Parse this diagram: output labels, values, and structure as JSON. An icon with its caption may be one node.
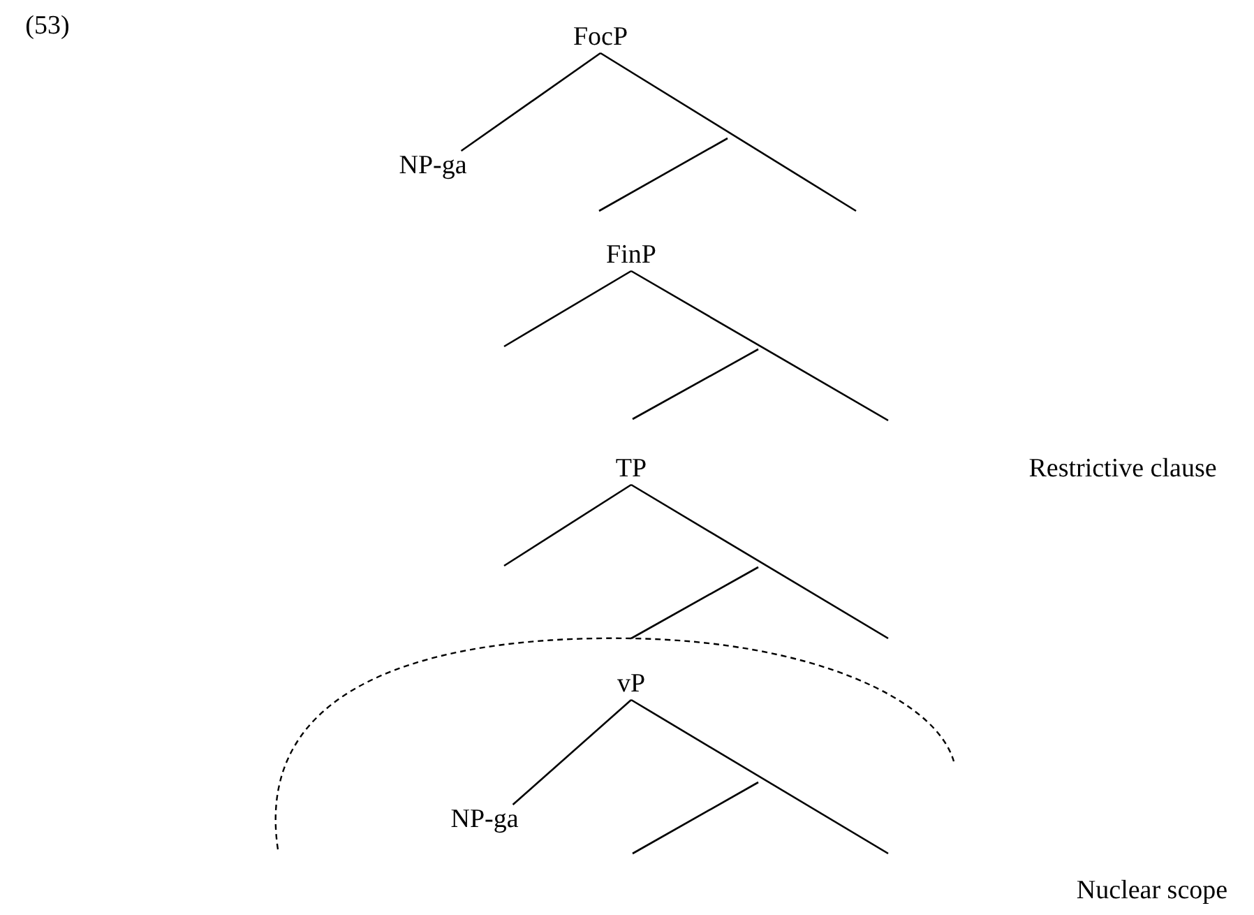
{
  "diagram": {
    "nodes": [
      {
        "text": [
          "FocP"
        ]
      },
      {
        "text": [
          "NP-ga"
        ]
      },
      {
        "text": [
          "FinP"
        ]
      },
      {
        "text": [
          "TP"
        ]
      },
      {
        "text": [
          "vP"
        ]
      },
      {
        "text": [
          "NP-ga"
        ]
      }
    ],
    "edges": [
      {
        "from": 0,
        "to": 1,
        "arrow": "none"
      },
      {
        "from": 0,
        "to": null,
        "arrow": "none"
      },
      {
        "from": 2,
        "to": null,
        "arrow": "none"
      },
      {
        "from": 2,
        "to": null,
        "arrow": "none"
      },
      {
        "from": 3,
        "to": null,
        "arrow": "none"
      },
      {
        "from": 3,
        "to": null,
        "arrow": "none"
      },
      {
        "from": 4,
        "to": 5,
        "arrow": "none"
      },
      {
        "from": 4,
        "to": null,
        "arrow": "none"
      }
    ],
    "labels": [
      "(53)",
      "Restrictive clause",
      "Nuclear scope"
    ]
  }
}
